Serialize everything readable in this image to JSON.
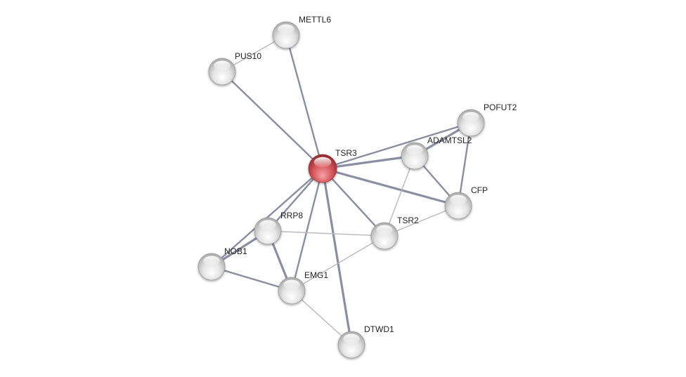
{
  "network": {
    "query_node": "TSR3",
    "nodes": [
      {
        "id": "TSR3",
        "label": "TSR3",
        "highlight": true
      },
      {
        "id": "METTL6",
        "label": "METTL6"
      },
      {
        "id": "PUS10",
        "label": "PUS10"
      },
      {
        "id": "POFUT2",
        "label": "POFUT2"
      },
      {
        "id": "ADAMTSL2",
        "label": "ADAMTSL2"
      },
      {
        "id": "CFP",
        "label": "CFP"
      },
      {
        "id": "TSR2",
        "label": "TSR2"
      },
      {
        "id": "RRP8",
        "label": "RRP8"
      },
      {
        "id": "NOB1",
        "label": "NOB1"
      },
      {
        "id": "EMG1",
        "label": "EMG1"
      },
      {
        "id": "DTWD1",
        "label": "DTWD1"
      }
    ],
    "edges": [
      {
        "source": "PUS10",
        "target": "METTL6",
        "strength": "weak"
      },
      {
        "source": "PUS10",
        "target": "TSR3",
        "strength": "medium"
      },
      {
        "source": "METTL6",
        "target": "TSR3",
        "strength": "medium"
      },
      {
        "source": "TSR3",
        "target": "POFUT2",
        "strength": "medium"
      },
      {
        "source": "TSR3",
        "target": "ADAMTSL2",
        "strength": "strong"
      },
      {
        "source": "TSR3",
        "target": "CFP",
        "strength": "strong"
      },
      {
        "source": "TSR3",
        "target": "TSR2",
        "strength": "medium"
      },
      {
        "source": "TSR3",
        "target": "RRP8",
        "strength": "medium"
      },
      {
        "source": "TSR3",
        "target": "NOB1",
        "strength": "medium"
      },
      {
        "source": "TSR3",
        "target": "EMG1",
        "strength": "medium"
      },
      {
        "source": "TSR3",
        "target": "DTWD1",
        "strength": "strong"
      },
      {
        "source": "ADAMTSL2",
        "target": "POFUT2",
        "strength": "strong"
      },
      {
        "source": "POFUT2",
        "target": "CFP",
        "strength": "medium"
      },
      {
        "source": "ADAMTSL2",
        "target": "CFP",
        "strength": "medium"
      },
      {
        "source": "ADAMTSL2",
        "target": "TSR2",
        "strength": "weak"
      },
      {
        "source": "CFP",
        "target": "TSR2",
        "strength": "weak"
      },
      {
        "source": "RRP8",
        "target": "TSR2",
        "strength": "weak"
      },
      {
        "source": "RRP8",
        "target": "NOB1",
        "strength": "strong"
      },
      {
        "source": "RRP8",
        "target": "EMG1",
        "strength": "strong"
      },
      {
        "source": "NOB1",
        "target": "EMG1",
        "strength": "medium"
      },
      {
        "source": "EMG1",
        "target": "TSR2",
        "strength": "weak"
      },
      {
        "source": "EMG1",
        "target": "DTWD1",
        "strength": "weak"
      }
    ],
    "colors": {
      "edge": "#8a8ea3",
      "edge_weak": "#b8b8c2",
      "node_default": "#e8e8e8",
      "node_query": "#d9585e"
    }
  }
}
